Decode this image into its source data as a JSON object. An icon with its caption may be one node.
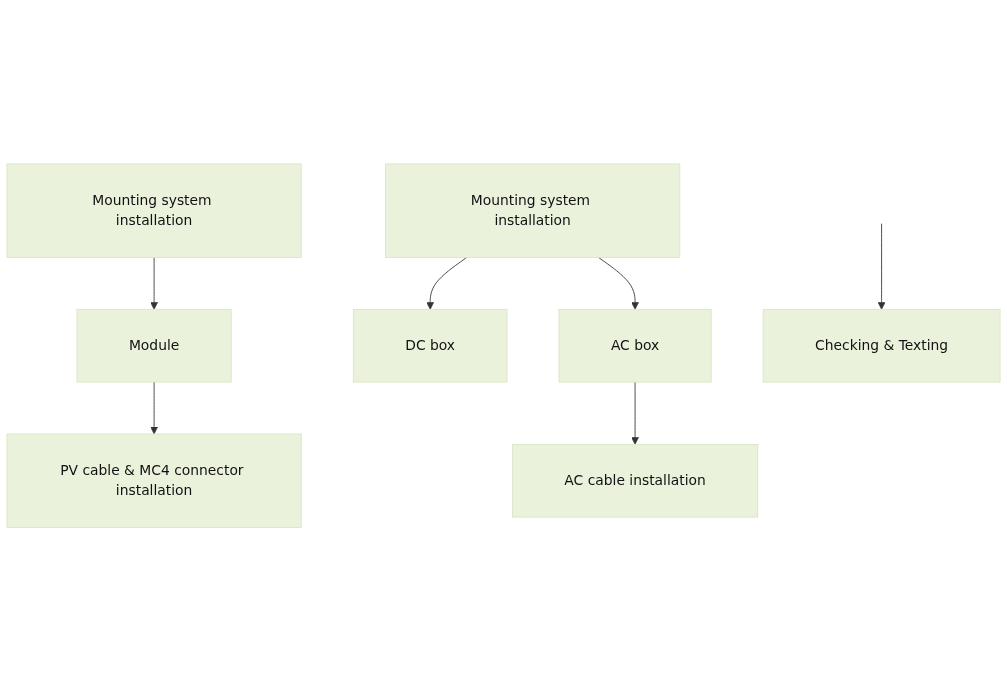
{
  "diagram": {
    "nodes": [
      {
        "text": [
          "Mounting system installation"
        ]
      },
      {
        "text": [
          "Module"
        ]
      },
      {
        "text": [
          "PV cable & MC4 connector installation"
        ]
      },
      {
        "text": [
          "Mounting system installation"
        ]
      },
      {
        "text": [
          "DC box"
        ]
      },
      {
        "text": [
          "AC box"
        ]
      },
      {
        "text": [
          "AC cable installation"
        ]
      },
      {
        "text": [
          "Checking & Texting"
        ]
      }
    ],
    "edges": [
      {
        "from": 0,
        "to": 1,
        "arrow": "to"
      },
      {
        "from": 1,
        "to": 2,
        "arrow": "to"
      },
      {
        "from": 3,
        "to": 4,
        "arrow": "to"
      },
      {
        "from": 3,
        "to": 5,
        "arrow": "to"
      },
      {
        "from": 5,
        "to": 6,
        "arrow": "to"
      },
      {
        "from": null,
        "to": 7,
        "arrow": "to"
      }
    ]
  }
}
